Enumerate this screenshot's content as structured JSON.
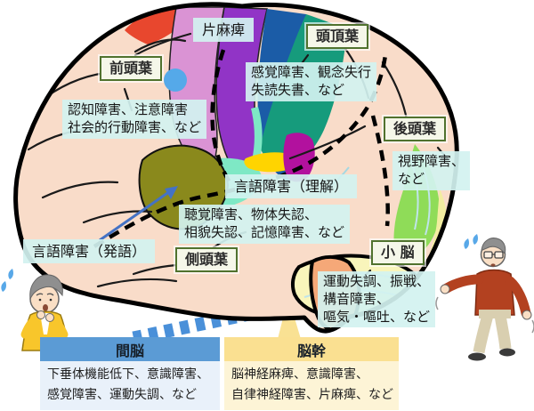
{
  "lobes": {
    "frontal": "前頭葉",
    "parietal": "頭頂葉",
    "occipital": "後頭葉",
    "temporal": "側頭葉",
    "cerebellum": "小 脳"
  },
  "region_labels": {
    "hemiplegia": "片麻痺",
    "speech_comprehension": "言語障害（理解）",
    "speech_production": "言語障害（発語）"
  },
  "symptoms": {
    "frontal": {
      "line1": "認知障害、注意障害",
      "line2": "社会的行動障害、など"
    },
    "parietal": {
      "line1": "感覚障害、観念失行",
      "line2": "失読失書、など"
    },
    "occipital": {
      "line1": "視野障害、",
      "line2": "など"
    },
    "temporal": {
      "line1": "聴覚障害、物体失認、",
      "line2": "相貌失認、記憶障害、など"
    },
    "cerebellum": {
      "line1": "運動失調、振戦、",
      "line2": "構音障害、",
      "line3": "嘔気・嘔吐、など"
    }
  },
  "callout_boxes": {
    "diencephalon": {
      "title": "間脳",
      "line1": "下垂体機能低下、意識障害、",
      "line2": "感覚障害、運動失調、など"
    },
    "brainstem": {
      "title": "脳幹",
      "line1": "脳神経麻痺、意識障害、",
      "line2": "自律神経障害、片麻痺、など"
    }
  },
  "colors": {
    "cortex": "#F9DCC9",
    "precentral_band": "#DA93D4",
    "central_band": "#9134C6",
    "parietal_blue": "#1B5CA7",
    "postcentral_teal": "#169B7C",
    "broca_olive": "#8A891C",
    "wernicke_mint": "#7EE8C5",
    "auditory_yellow": "#FFD400",
    "magenta_patch": "#B2119E",
    "occipital_green": "#8FDC58",
    "cerebellum_yellow": "#F9F5BB",
    "brainstem_orange": "#F5A878",
    "motor_red": "#E8472E",
    "label_box_border": "#50722E",
    "symptom_label_bg": "#D2F2F0",
    "diencephalon_header": "#5B9BD5",
    "diencephalon_body": "#E9F1FA",
    "brainstem_header": "#FAE091",
    "brainstem_body": "#FDF4D6",
    "callout_stripe_blue": "#4A90D9",
    "arrow_blue": "#4472C4"
  }
}
